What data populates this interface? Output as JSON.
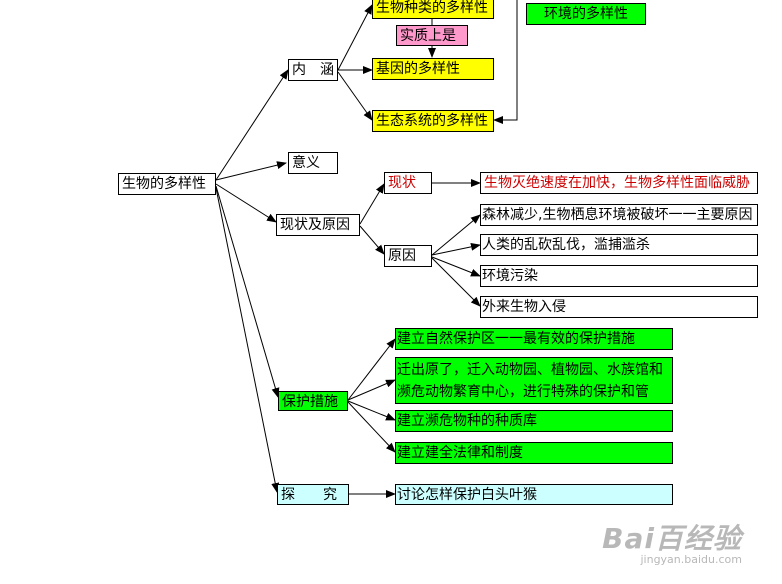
{
  "root": "生物的多样性",
  "branches": {
    "neihan": "内　涵",
    "yiyi": "意义",
    "xianzhuang_yuanyin": "现状及原因",
    "baohu": "保护措施",
    "tanjiu": "探　　究"
  },
  "neihan_items": {
    "species": "生物种类的多样性",
    "essence": "实质上是",
    "gene": "基因的多样性",
    "ecosystem": "生态系统的多样性",
    "environment": "环境的多样性"
  },
  "status": {
    "label": "现状",
    "text": "生物灭绝速度在加快，生物多样性面临威胁"
  },
  "causes": {
    "label": "原因",
    "items": [
      "森林减少,生物栖息环境被破坏一一主要原因",
      "人类的乱砍乱伐，滥捕滥杀",
      "环境污染",
      "外来生物入侵"
    ]
  },
  "protection": [
    "建立自然保护区一一最有效的保护措施",
    "迁出原了，迁入动物园、植物园、水族馆和濒危动物繁育中心，进行特殊的保护和管理。",
    "建立濒危物种的种质库",
    "建立建全法律和制度"
  ],
  "explore": "讨论怎样保护白头叶猴",
  "watermark": {
    "logo": "Bai百经验",
    "url": "jingyan.baidu.com"
  }
}
